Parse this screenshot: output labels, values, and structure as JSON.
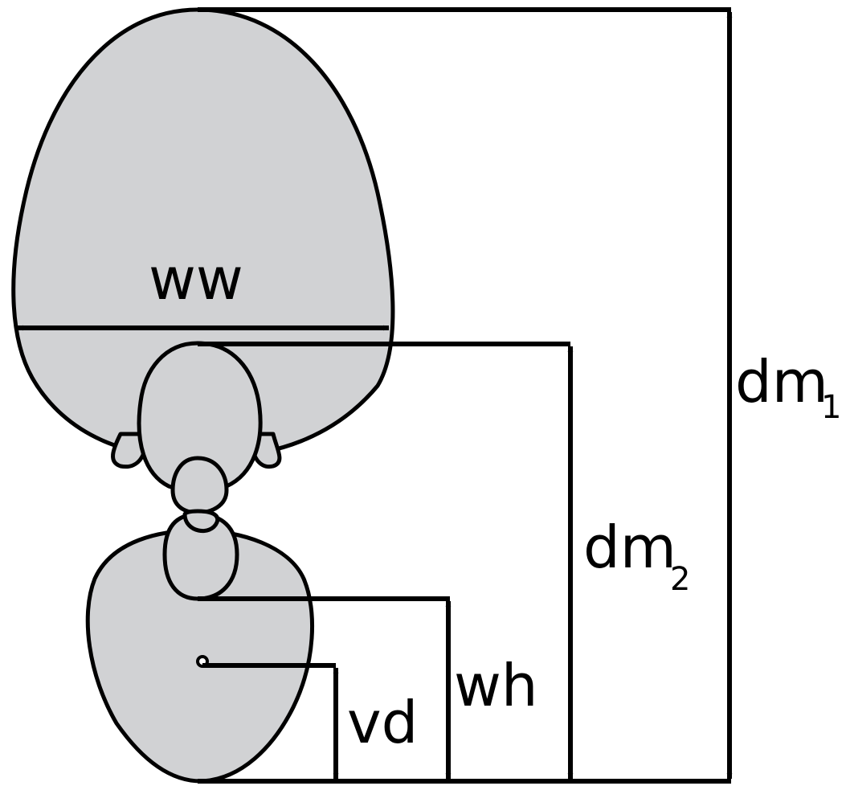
{
  "diagram": {
    "fill_color": "#d1d2d4",
    "line_color": "#000000",
    "labels": {
      "ww": "ww",
      "dm1_main": "dm",
      "dm1_sub": "1",
      "dm2_main": "dm",
      "dm2_sub": "2",
      "wh": "wh",
      "vd": "vd"
    }
  }
}
